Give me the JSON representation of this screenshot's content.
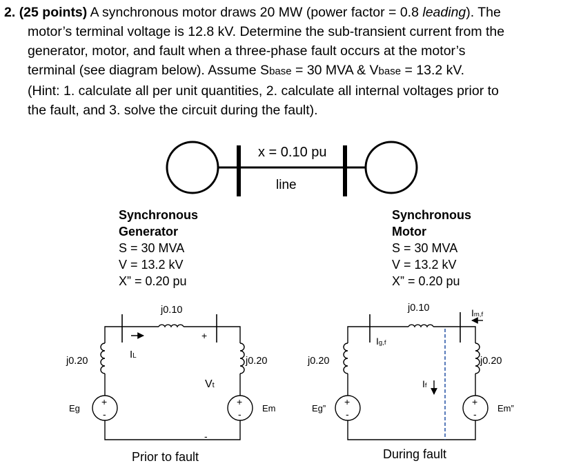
{
  "problem": {
    "number": "2.",
    "points": "(25 points)",
    "line1_a": " A synchronous motor draws 20 MW (power factor = 0.8 ",
    "leading": "leading",
    "line1_b": "). The",
    "line2": "motor’s terminal voltage is 12.8 kV. Determine the sub-transient current from the",
    "line3": "generator, motor, and fault when a three-phase fault occurs at the motor’s",
    "line4_a": "terminal (see diagram below). Assume S",
    "sbase_sub": "base",
    "line4_b": " = 30 MVA & V",
    "vbase_sub": "base",
    "line4_c": " = 13.2 kV.",
    "hint1": "(Hint: 1. calculate all per unit quantities, 2. calculate all internal voltages prior to",
    "hint2": "the fault, and 3. solve the circuit during the fault)."
  },
  "one_line": {
    "line_reactance": "x = 0.10 pu",
    "line_label": "line",
    "generator": [
      "Synchronous",
      "Generator",
      "S = 30 MVA",
      "V = 13.2 kV",
      "X” = 0.20 pu"
    ],
    "motor": [
      "Synchronous",
      "Motor",
      "S = 30 MVA",
      "V = 13.2 kV",
      "X” = 0.20 pu"
    ]
  },
  "prefault_circuit": {
    "line_reactance": "j0.10",
    "left_reactance": "j0.20",
    "right_reactance": "j0.20",
    "current_label": "I",
    "current_sub": "L",
    "voltage_label": "V",
    "voltage_sub": "t",
    "source_left": "Eg",
    "source_right": "Em",
    "plus": "+",
    "minus": "-",
    "caption": "Prior to fault"
  },
  "fault_circuit": {
    "line_reactance": "j0.10",
    "left_reactance": "j0.20",
    "right_reactance": "j0.20",
    "gen_current_label": "I",
    "gen_current_sub": "g,f",
    "motor_current_label": "I",
    "motor_current_sub": "m,f",
    "fault_current_label": "I",
    "fault_current_sub": "f",
    "source_left": "Eg”",
    "source_right": "Em”",
    "plus": "+",
    "minus": "-",
    "caption": "During fault"
  }
}
